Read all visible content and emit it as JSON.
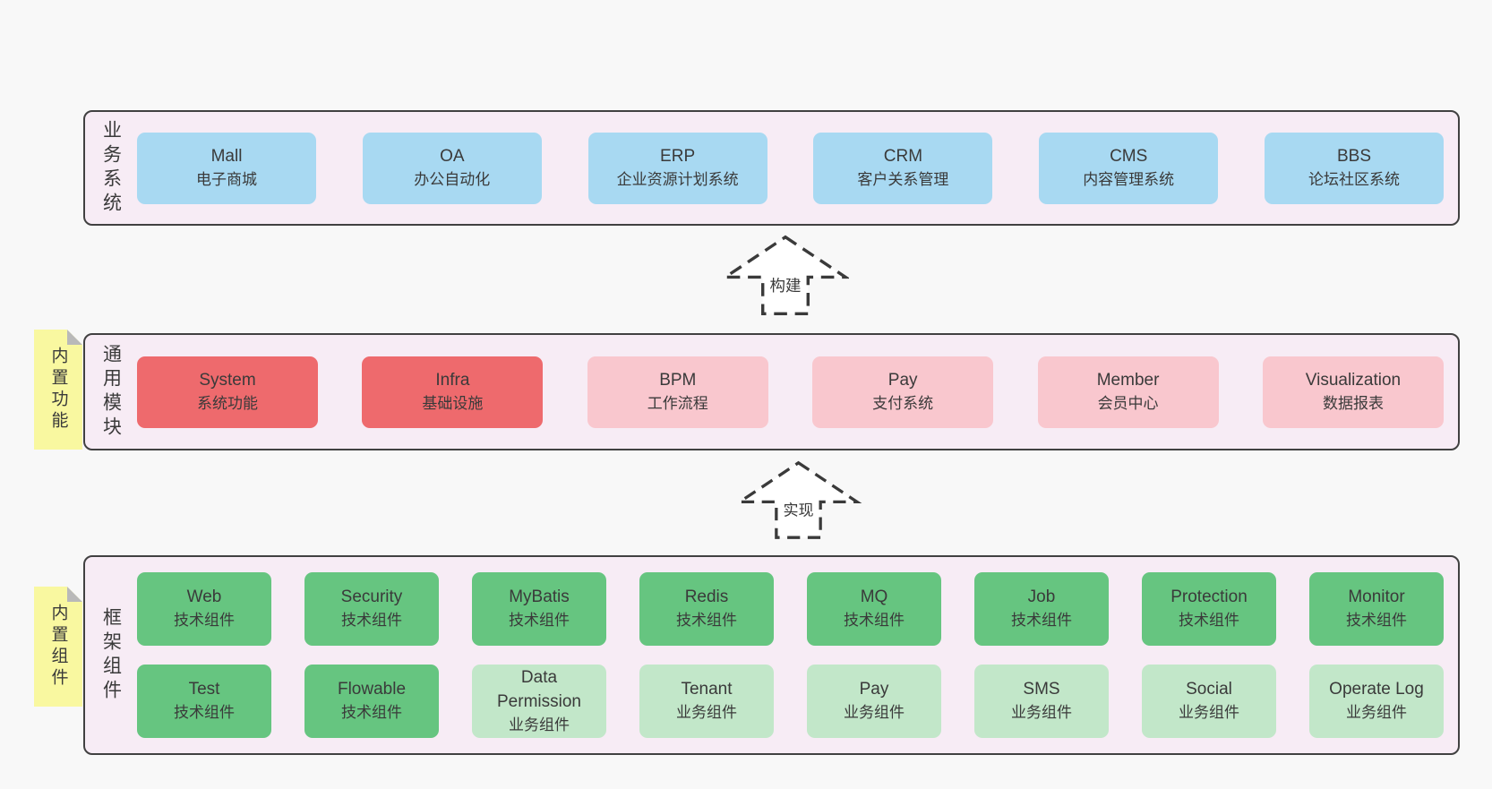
{
  "colors": {
    "page_bg": "#f8f8f8",
    "layer_bg": "#f7ecf5",
    "layer_border": "#414141",
    "blue_box": "#a8d9f2",
    "red_box": "#ee6a6d",
    "pink_box": "#f9c7ce",
    "green_box": "#66c580",
    "light_green_box": "#c2e7c9",
    "note_yellow": "#f9f8a0",
    "text": "#3a3a3a"
  },
  "layers": {
    "business": {
      "label": "业务系统",
      "boxes": [
        {
          "name": "Mall",
          "desc": "电子商城"
        },
        {
          "name": "OA",
          "desc": "办公自动化"
        },
        {
          "name": "ERP",
          "desc": "企业资源计划系统"
        },
        {
          "name": "CRM",
          "desc": "客户关系管理"
        },
        {
          "name": "CMS",
          "desc": "内容管理系统"
        },
        {
          "name": "BBS",
          "desc": "论坛社区系统"
        }
      ]
    },
    "modules": {
      "label": "通用模块",
      "note": "内置功能",
      "boxes": [
        {
          "name": "System",
          "desc": "系统功能"
        },
        {
          "name": "Infra",
          "desc": "基础设施"
        },
        {
          "name": "BPM",
          "desc": "工作流程"
        },
        {
          "name": "Pay",
          "desc": "支付系统"
        },
        {
          "name": "Member",
          "desc": "会员中心"
        },
        {
          "name": "Visualization",
          "desc": "数据报表"
        }
      ]
    },
    "components": {
      "label": "框架组件",
      "note": "内置组件",
      "row1": [
        {
          "name": "Web",
          "desc": "技术组件"
        },
        {
          "name": "Security",
          "desc": "技术组件"
        },
        {
          "name": "MyBatis",
          "desc": "技术组件"
        },
        {
          "name": "Redis",
          "desc": "技术组件"
        },
        {
          "name": "MQ",
          "desc": "技术组件"
        },
        {
          "name": "Job",
          "desc": "技术组件"
        },
        {
          "name": "Protection",
          "desc": "技术组件"
        },
        {
          "name": "Monitor",
          "desc": "技术组件"
        }
      ],
      "row2": [
        {
          "name": "Test",
          "desc": "技术组件"
        },
        {
          "name": "Flowable",
          "desc": "技术组件"
        },
        {
          "name": "Data Permission",
          "desc": "业务组件"
        },
        {
          "name": "Tenant",
          "desc": "业务组件"
        },
        {
          "name": "Pay",
          "desc": "业务组件"
        },
        {
          "name": "SMS",
          "desc": "业务组件"
        },
        {
          "name": "Social",
          "desc": "业务组件"
        },
        {
          "name": "Operate Log",
          "desc": "业务组件"
        }
      ]
    }
  },
  "arrows": {
    "build": {
      "label": "构建"
    },
    "implement": {
      "label": "实现"
    }
  }
}
